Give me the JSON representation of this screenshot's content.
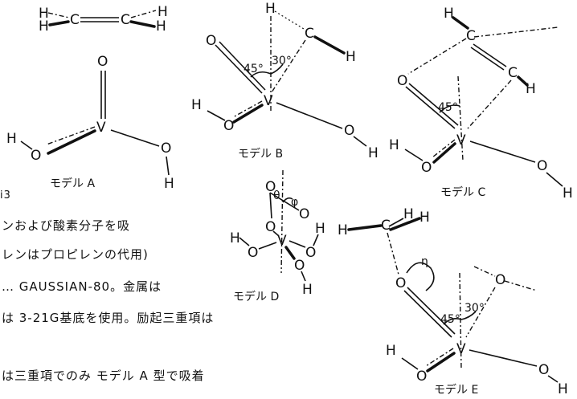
{
  "atoms": {
    "H": "H",
    "C": "C",
    "O": "O",
    "V": "V"
  },
  "captions": {
    "model_a": "モデル A",
    "model_b": "モデル B",
    "model_c": "モデル C",
    "model_d": "モデル D",
    "model_e": "モデル E"
  },
  "angles": {
    "b_45": "45°",
    "b_30": "30°",
    "c_45": "45°",
    "d_theta": "θ",
    "d_phi": "φ",
    "e_45": "45°",
    "e_30": "30°",
    "e_eta": "η"
  },
  "text_lines": {
    "l0": "i3",
    "l1": "ンおよび酸素分子を吸",
    "l2": "レンはプロピレンの代用)",
    "l3": "… GAUSSIAN-80。金属は",
    "l4": "は 3-21G基底を使用。励起三重項は",
    "l5": "は三重項でのみ モデル A 型で吸着"
  }
}
